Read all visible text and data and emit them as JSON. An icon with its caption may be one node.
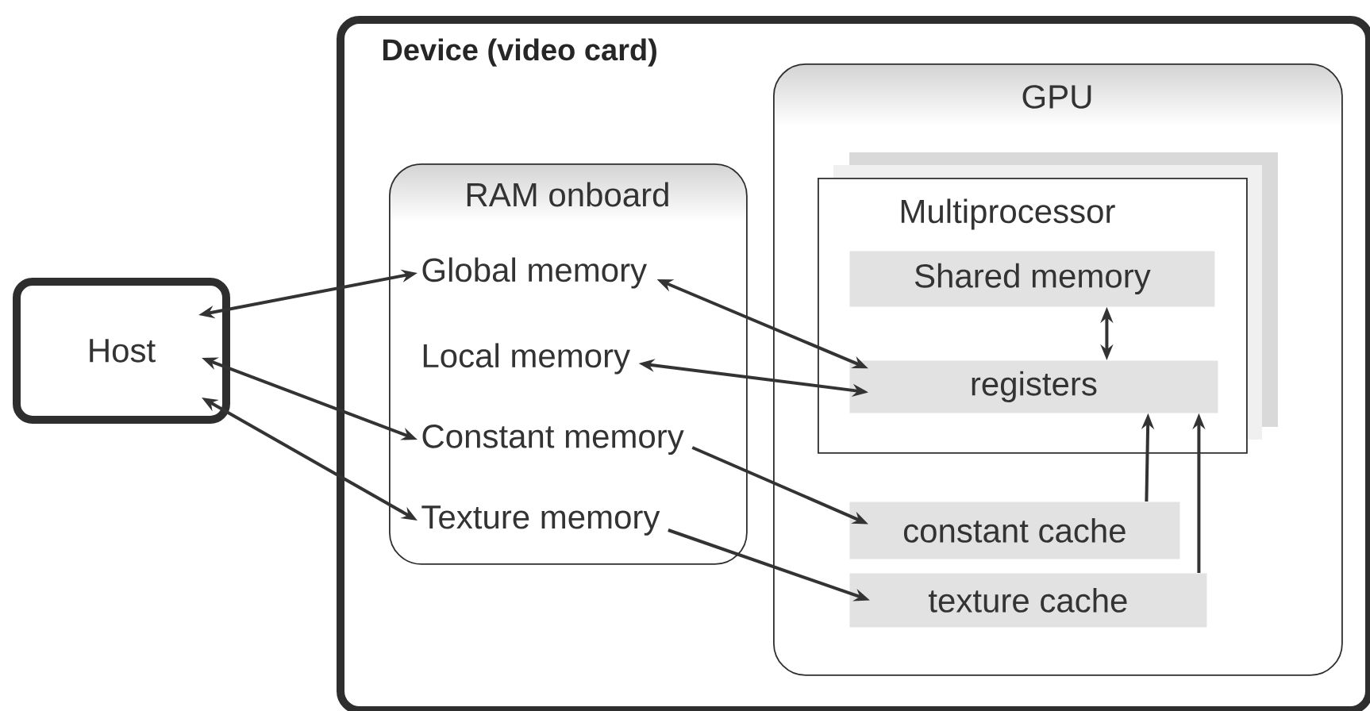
{
  "diagram": {
    "nodes": [
      {
        "text": [
          "Host"
        ]
      },
      {
        "text": [
          "Device (video card)"
        ]
      },
      {
        "text": [
          "RAM onboard"
        ],
        "in": 1
      },
      {
        "text": [
          "Global memory"
        ],
        "in": 2
      },
      {
        "text": [
          "Local memory"
        ],
        "in": 2
      },
      {
        "text": [
          "Constant memory"
        ],
        "in": 2
      },
      {
        "text": [
          "Texture memory"
        ],
        "in": 2
      },
      {
        "text": [
          "GPU"
        ],
        "in": 1
      },
      {
        "text": [
          "Multiprocessor"
        ],
        "in": 7
      },
      {
        "text": [
          "Shared memory"
        ],
        "in": 8
      },
      {
        "text": [
          "registers"
        ],
        "in": 8
      },
      {
        "text": [
          "constant cache"
        ],
        "in": 7
      },
      {
        "text": [
          "texture cache"
        ],
        "in": 7
      }
    ],
    "edges": [
      {
        "from": 0,
        "to": 3,
        "arrow": "both"
      },
      {
        "from": 0,
        "to": 5,
        "arrow": "both"
      },
      {
        "from": 0,
        "to": 6,
        "arrow": "both"
      },
      {
        "from": 3,
        "to": 10,
        "arrow": "both"
      },
      {
        "from": 4,
        "to": 10,
        "arrow": "both"
      },
      {
        "from": 5,
        "to": 11,
        "arrow": "to"
      },
      {
        "from": 6,
        "to": 12,
        "arrow": "to"
      },
      {
        "from": 9,
        "to": 10,
        "arrow": "both"
      },
      {
        "from": 11,
        "to": 10,
        "arrow": "to"
      },
      {
        "from": 12,
        "to": 10,
        "arrow": "to"
      }
    ]
  }
}
